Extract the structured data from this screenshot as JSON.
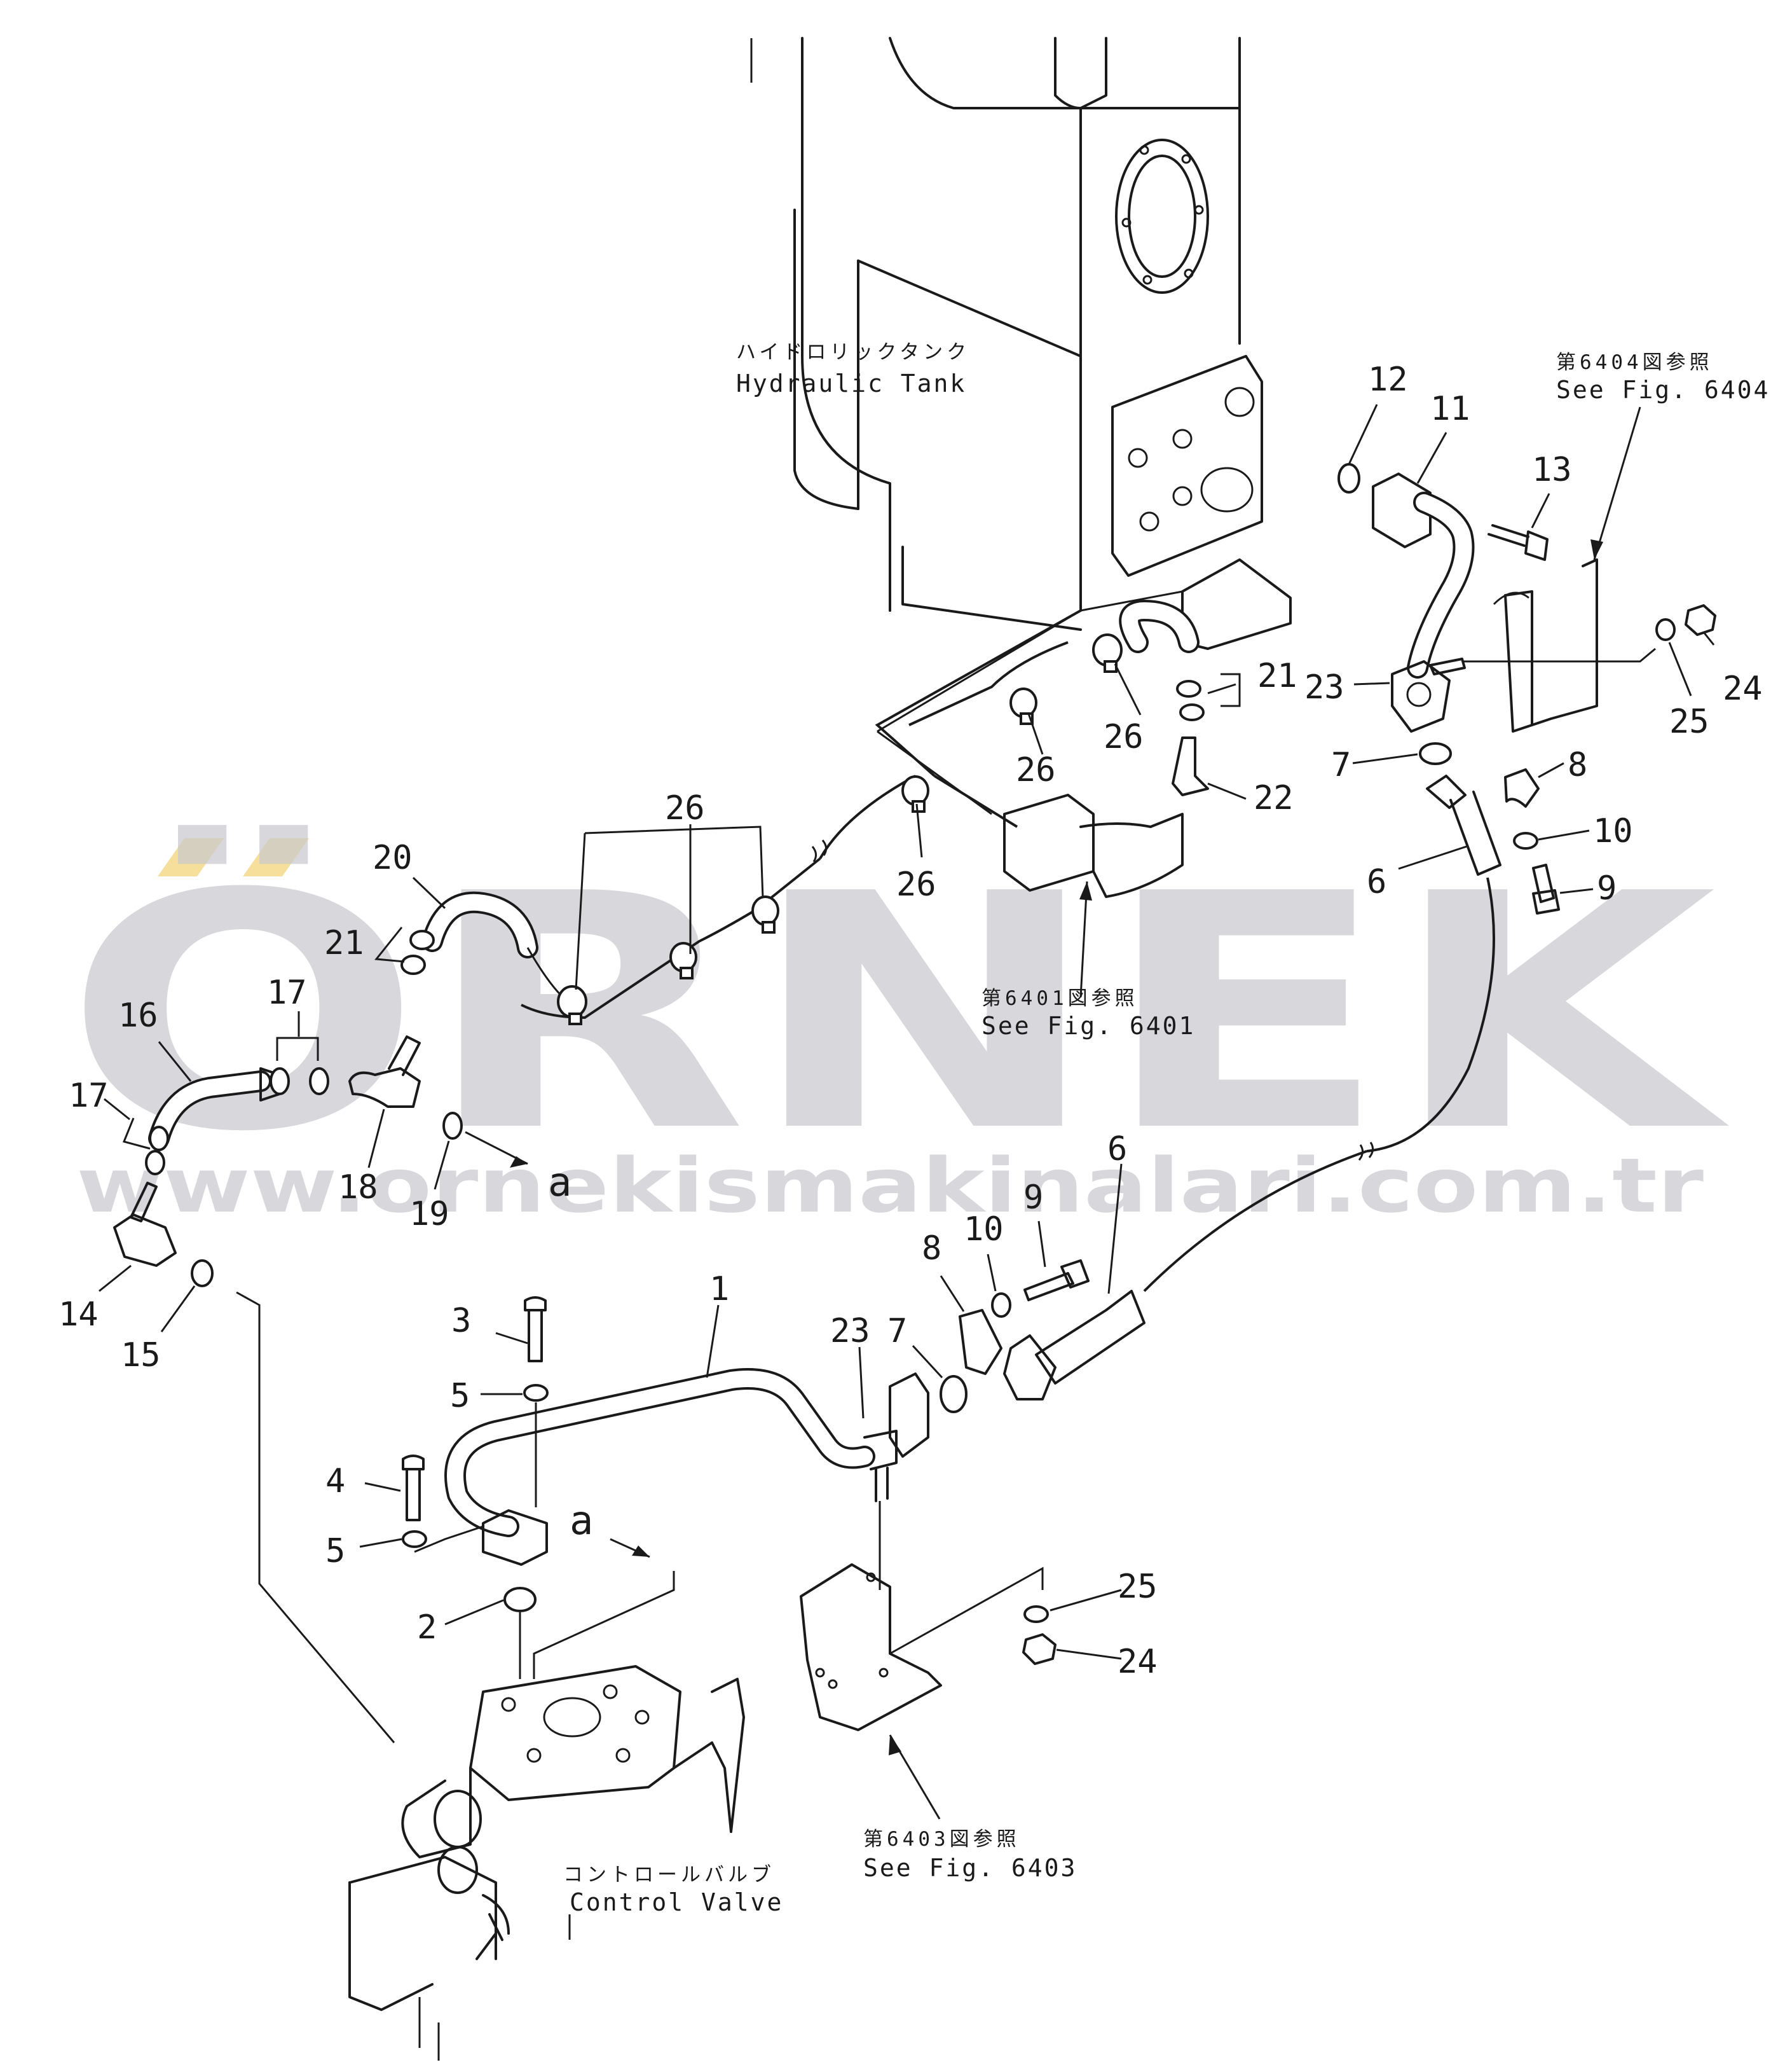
{
  "watermark": {
    "brand": "ÖRNEK",
    "url": "www.ornekismakinalari.com.tr",
    "colors": {
      "letters": "#c9c9cf",
      "umlaut": "#f3d98a"
    }
  },
  "labels": {
    "tank_jp": "ハイドロリックタンク",
    "tank_en": "Hydraulic Tank",
    "valve_jp": "コントロールバルブ",
    "valve_en": "Control Valve",
    "ref6404_jp": "第6404図参照",
    "ref6404_en": "See Fig. 6404",
    "ref6401_jp": "第6401図参照",
    "ref6401_en": "See Fig. 6401",
    "ref6403_jp": "第6403図参照",
    "ref6403_en": "See Fig. 6403",
    "view_a": "a"
  },
  "callouts": [
    "1",
    "2",
    "3",
    "4",
    "5",
    "6",
    "7",
    "8",
    "9",
    "10",
    "11",
    "12",
    "13",
    "14",
    "15",
    "16",
    "17",
    "18",
    "19",
    "20",
    "21",
    "22",
    "23",
    "24",
    "25",
    "26"
  ]
}
